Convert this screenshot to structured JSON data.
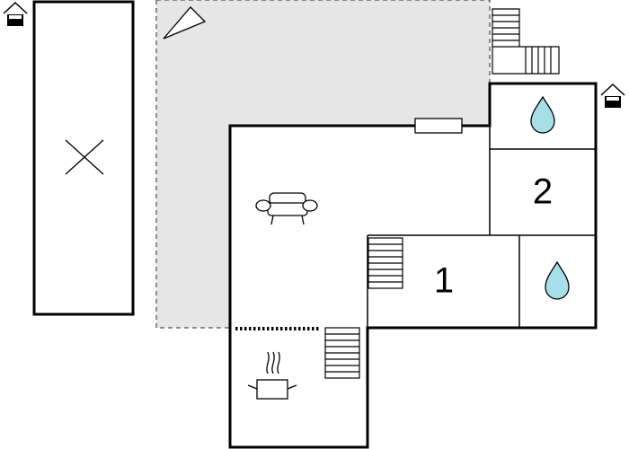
{
  "rooms": [
    {
      "label": "1"
    },
    {
      "label": "2"
    }
  ],
  "icons": {
    "entrance": "house-entrance-icon",
    "water": "water-drop-icon",
    "sofa": "sofa-icon",
    "kitchen": "cooking-pot-icon",
    "pool_or_garage": "x-mark-icon",
    "terrace": "terrace-area",
    "stairs": "stairs-icon",
    "window": "window-icon",
    "compass": "triangle-marker-icon"
  },
  "colors": {
    "wall": "#000000",
    "terrace_fill": "#e6e6e6",
    "water": "#a6dfe8",
    "background": "#ffffff"
  }
}
